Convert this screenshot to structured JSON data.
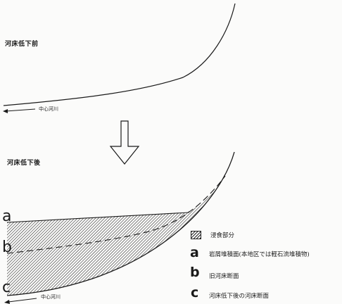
{
  "before_title": "河床低下前",
  "after_title": "河床低下後",
  "river_label_top": "中心河川",
  "river_label_bottom": "中心河川",
  "profile_labels": {
    "a": "a",
    "b": "b",
    "c": "c"
  },
  "legend": {
    "eroded_label": "浸食部分",
    "items": [
      {
        "key": "a",
        "text": "岩屑堆積面(本地区では軽石流堆積物)"
      },
      {
        "key": "b",
        "text": "旧河床断面"
      },
      {
        "key": "c",
        "text": "河床低下後の河床断面"
      }
    ]
  },
  "colors": {
    "ink": "#1a1a1a",
    "background": "#fbfbfa"
  }
}
